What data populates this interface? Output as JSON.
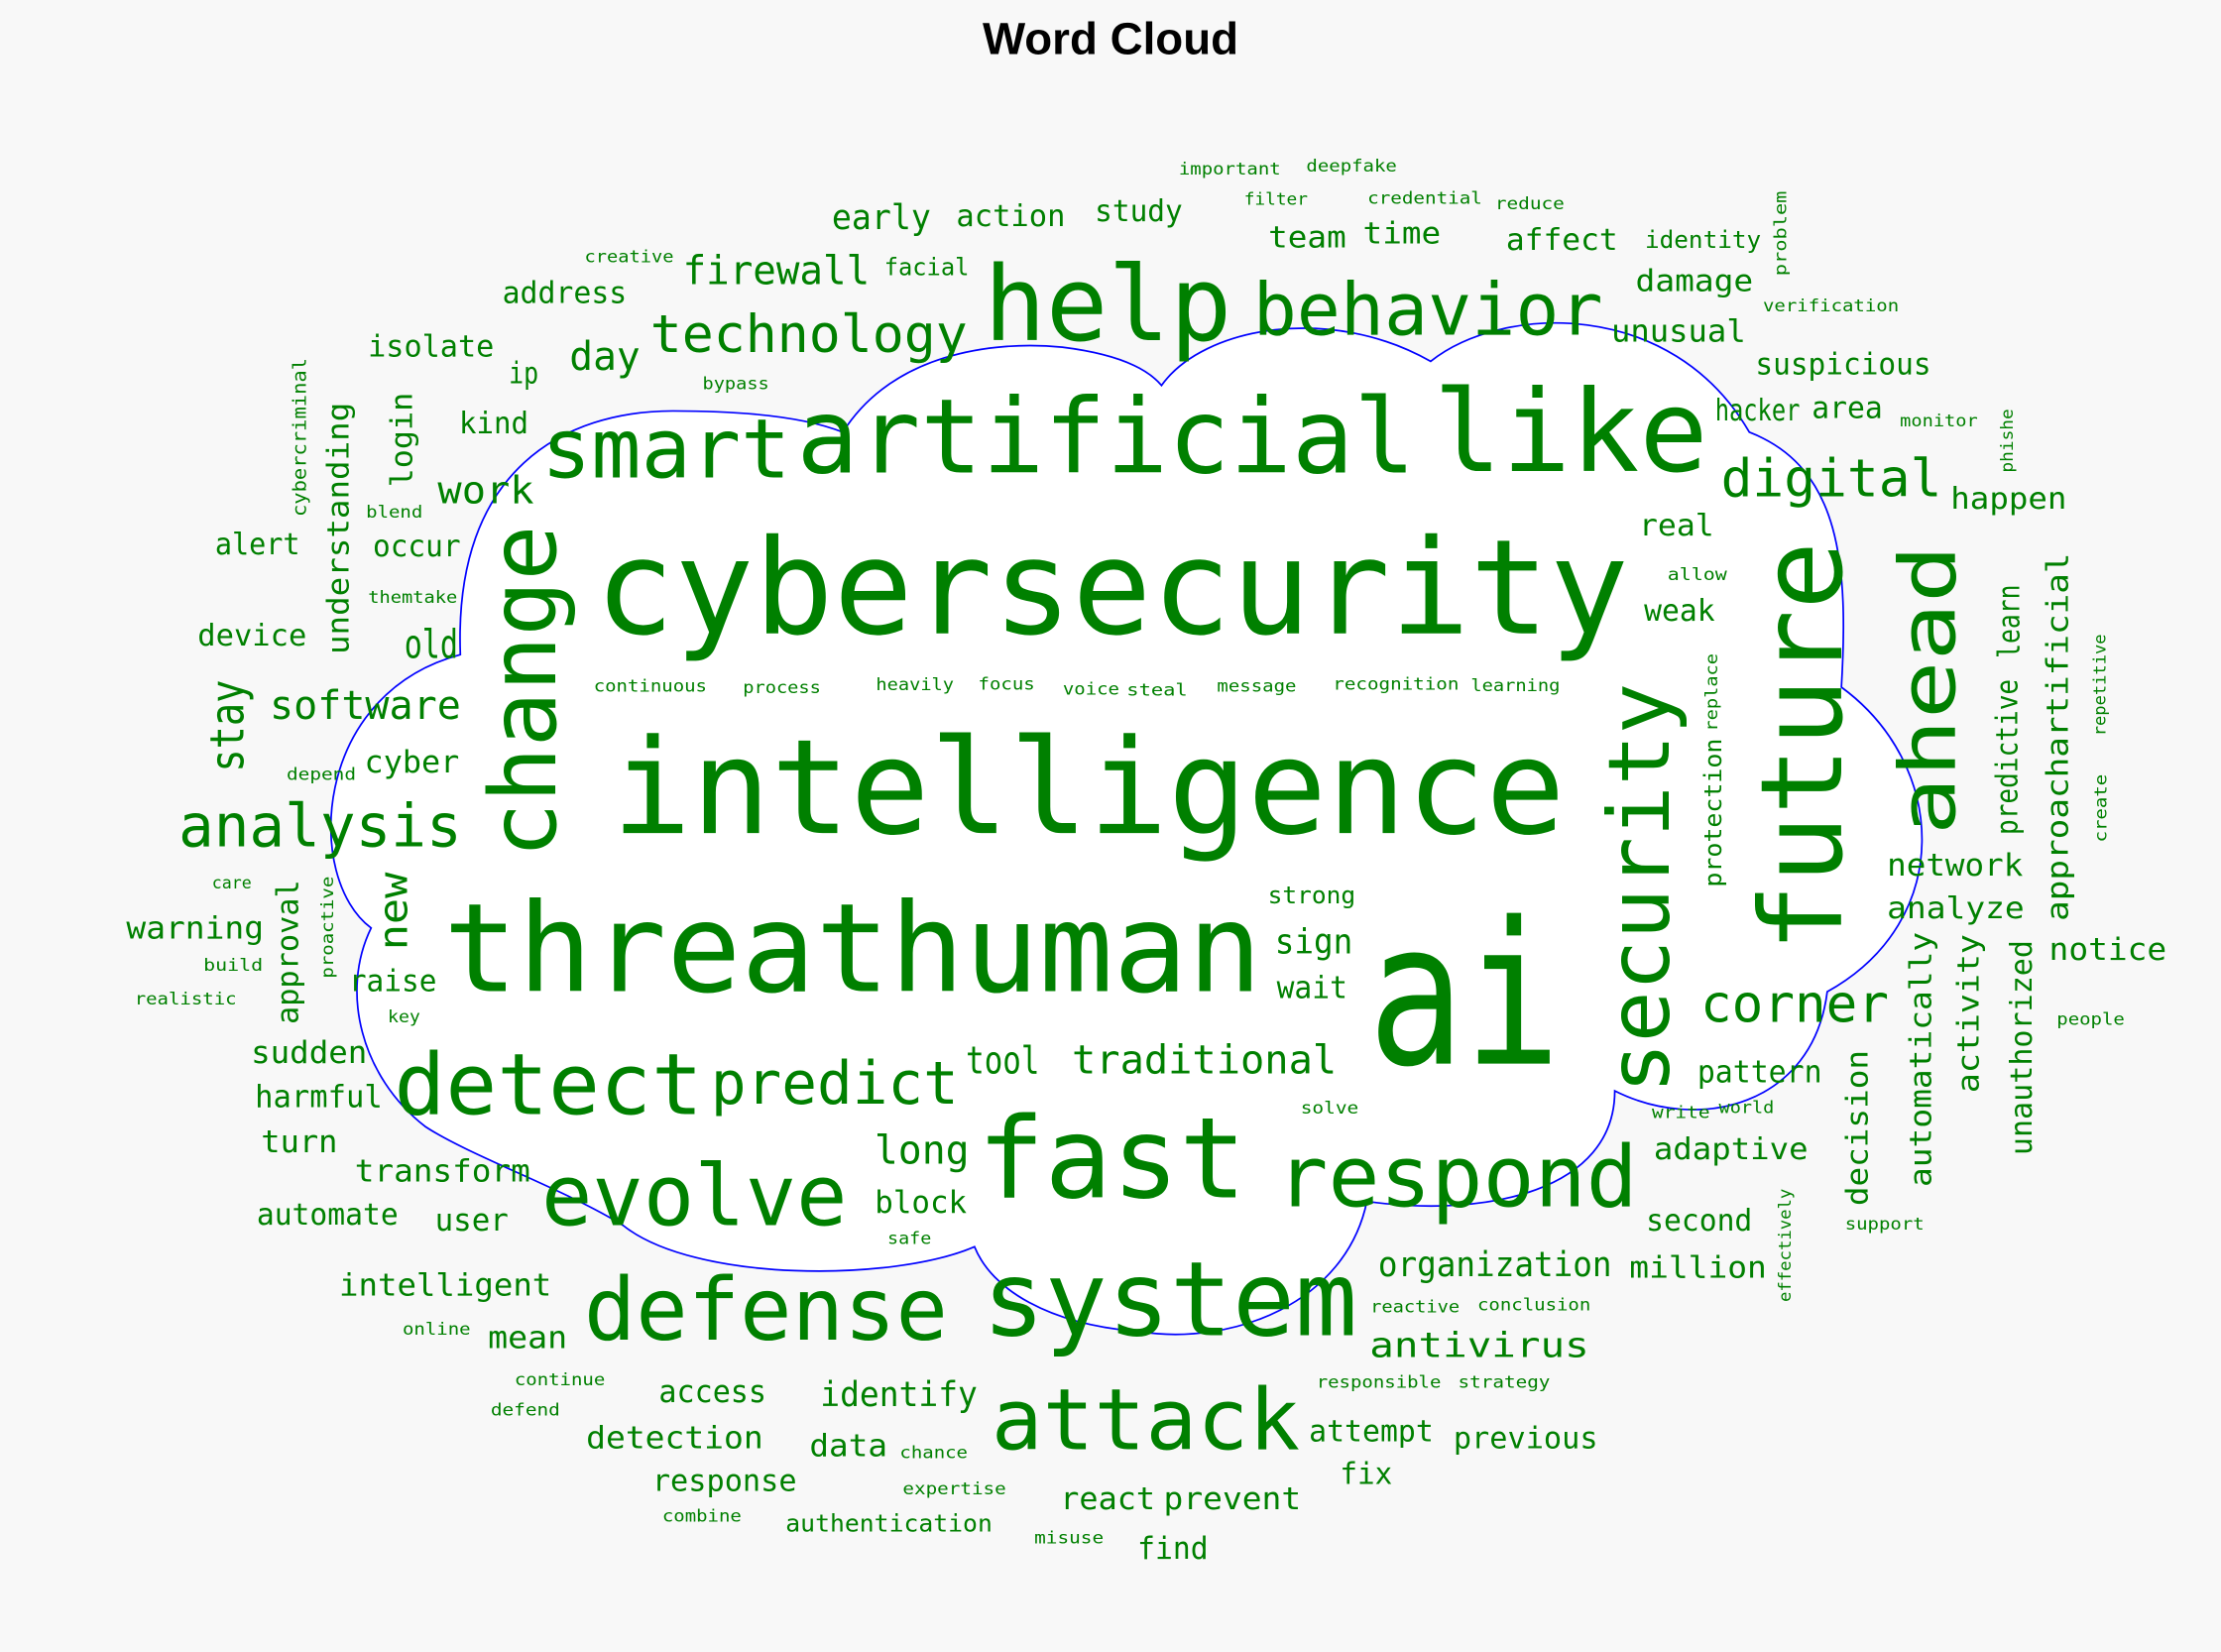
{
  "chart_data": {
    "type": "wordcloud",
    "title": "Word Cloud",
    "colors": {
      "words": "#008000",
      "outline": "#0000ff",
      "background": "#f8f8f8"
    },
    "words": [
      "cybersecurity",
      "intelligence",
      "ai",
      "threathuman",
      "artificial",
      "fast",
      "system",
      "like",
      "help",
      "future",
      "change",
      "security",
      "behavior",
      "smart",
      "ahead",
      "detect",
      "evolve",
      "defense",
      "respond",
      "attack",
      "analysis",
      "predict",
      "corner",
      "technology",
      "digital",
      "traditional",
      "software",
      "old",
      "firewall",
      "day",
      "work",
      "stay",
      "new",
      "long",
      "tool",
      "early",
      "organization",
      "sign",
      "identify",
      "antivirus",
      "action",
      "kind",
      "occur",
      "ip",
      "login",
      "understanding",
      "approval",
      "cyber",
      "warning",
      "sudden",
      "transform",
      "pattern",
      "raise",
      "access",
      "block",
      "wait",
      "user",
      "intelligent",
      "adaptive",
      "harmful",
      "turn",
      "data",
      "second",
      "attempt",
      "automate",
      "detection",
      "previous",
      "million",
      "fix",
      "mean",
      "response",
      "react",
      "prevent",
      "find",
      "team",
      "study",
      "unusual",
      "hacker",
      "damage",
      "real",
      "area",
      "time",
      "affect",
      "suspicious",
      "happen",
      "weak",
      "learn",
      "address",
      "device",
      "network",
      "analyze",
      "alert",
      "isolate",
      "approachartificial",
      "predictive",
      "automatically",
      "activity",
      "decision",
      "unauthorized",
      "notice",
      "facial",
      "identity",
      "authentication",
      "strong",
      "protection",
      "filter",
      "bypass",
      "credential",
      "reduce",
      "verification",
      "creative",
      "focus",
      "message",
      "recognition",
      "replace",
      "steal",
      "heavily",
      "blend",
      "continuous",
      "themtake",
      "problem",
      "allow",
      "phishe",
      "depend",
      "process",
      "important",
      "deepfake",
      "learning",
      "monitor",
      "repetitive",
      "voice",
      "cybercriminal",
      "proactive",
      "create",
      "world",
      "solve",
      "write",
      "conclusion",
      "care",
      "key",
      "build",
      "realistic",
      "reactive",
      "effectively",
      "people",
      "support",
      "safe",
      "expertise",
      "online",
      "continue",
      "responsible",
      "strategy",
      "defend",
      "chance",
      "combine",
      "misuse"
    ]
  }
}
